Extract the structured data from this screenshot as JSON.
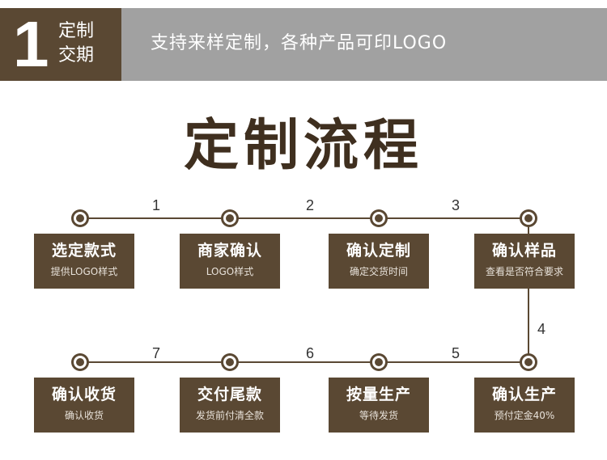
{
  "header": {
    "number": "1",
    "subtitle_line1": "定制",
    "subtitle_line2": "交期",
    "text": "支持来样定制，各种产品可印LOGO"
  },
  "title": "定制流程",
  "colors": {
    "brand_brown": "#5a4833",
    "banner_gray": "#a1a1a1",
    "title_dark": "#3f2f1f"
  },
  "steps": [
    {
      "title": "选定款式",
      "subtitle": "提供LOGO样式"
    },
    {
      "title": "商家确认",
      "subtitle": "LOGO样式"
    },
    {
      "title": "确认定制",
      "subtitle": "确定交货时间"
    },
    {
      "title": "确认样品",
      "subtitle": "查看是否符合要求"
    },
    {
      "title": "确认生产",
      "subtitle": "预付定金40%"
    },
    {
      "title": "按量生产",
      "subtitle": "等待发货"
    },
    {
      "title": "交付尾款",
      "subtitle": "发货前付清全款"
    },
    {
      "title": "确认收货",
      "subtitle": "确认收货"
    }
  ],
  "connectors": [
    "1",
    "2",
    "3",
    "4",
    "5",
    "6",
    "7"
  ]
}
